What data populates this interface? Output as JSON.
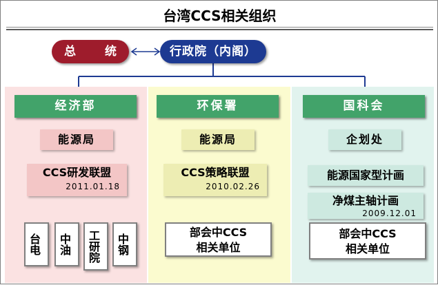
{
  "title": "台湾CCS相关组织",
  "top": {
    "left_pill": "总 统",
    "right_pill": "行政院（内阁）"
  },
  "columns": [
    {
      "header": "经济部",
      "sub": "能源局",
      "alliance": "CCS研发联盟",
      "alliance_date": "2011.01.18",
      "units": [
        "台电",
        "中油",
        "工研院",
        "中钢"
      ]
    },
    {
      "header": "环保署",
      "sub": "能源局",
      "alliance": "CCS策略联盟",
      "alliance_date": "2010.02.26",
      "unit_box": [
        "部会中CCS",
        "相关单位"
      ]
    },
    {
      "header": "国科会",
      "sub": "企划处",
      "program1": "能源国家型计画",
      "program2": "净煤主轴计画",
      "program2_date": "2009.12.01",
      "unit_box": [
        "部会中CCS",
        "相关单位"
      ]
    }
  ],
  "colors": {
    "red_pill": "#9e1c2c",
    "blue_pill": "#1d3a92",
    "green_header": "#42a36a",
    "connector": "#1d3a92"
  }
}
